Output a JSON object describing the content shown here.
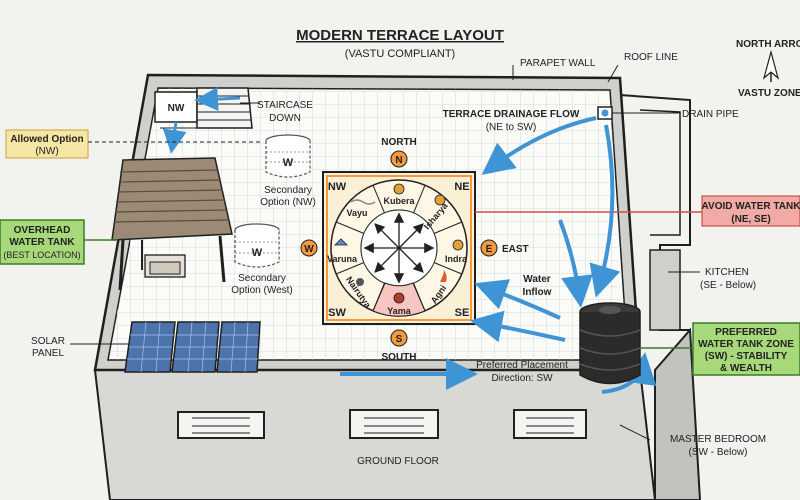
{
  "title": "MODERN TERRACE LAYOUT",
  "subtitle": "(VASTU COMPLIANT)",
  "labels": {
    "parapet_wall": "PARAPET WALL",
    "roof_line": "ROOF LINE",
    "drain_pipe": "DRAIN PIPE",
    "drainage_flow_1": "TERRACE DRAINAGE FLOW",
    "drainage_flow_2": "(NE to SW)",
    "staircase_1": "STAIRCASE",
    "staircase_2": "DOWN",
    "nw_tag": "NW",
    "allowed_1": "Allowed Option",
    "allowed_2": "(NW)",
    "overhead_1": "OVERHEAD",
    "overhead_2": "WATER TANK",
    "overhead_3": "(BEST LOCATION)",
    "secondary_nw_1": "Secondary",
    "secondary_nw_2": "Option (NW)",
    "secondary_w_1": "Secondary",
    "secondary_w_2": "Option (West)",
    "tank_letter": "W",
    "solar_1": "SOLAR",
    "solar_2": "PANEL",
    "avoid_1": "AVOID WATER TANK",
    "avoid_2": "(NE, SE)",
    "kitchen_1": "KITCHEN",
    "kitchen_2": "(SE - Below)",
    "water_inflow_1": "Water",
    "water_inflow_2": "Inflow",
    "preferred_zone_1": "PREFERRED",
    "preferred_zone_2": "WATER TANK ZONE",
    "preferred_zone_3": "(SW) - STABILITY",
    "preferred_zone_4": "& WEALTH",
    "placement_1": "Preferred Placement",
    "placement_2": "Direction: SW",
    "master_1": "MASTER BEDROOM",
    "master_2": "(SW - Below)",
    "ground_floor": "GROUND FLOOR",
    "north_arrow": "NORTH ARROW",
    "vastu_zone": "VASTU ZONE"
  },
  "compass": {
    "north": "NORTH",
    "south": "SOUTH",
    "east": "EAST",
    "n": "N",
    "s": "S",
    "e": "E",
    "w": "W",
    "nw": "NW",
    "ne": "NE",
    "sw": "SW",
    "se": "SE"
  },
  "deities": {
    "kubera": "Kubera",
    "isharya": "Isharya",
    "vayu": "Vayu",
    "indra": "Indra",
    "varuna": "Varuna",
    "agni": "Agni",
    "nairutya": "Nairutya",
    "yama": "Yama"
  },
  "colors": {
    "outline": "#1f1f1f",
    "terrace_floor": "#fbfbf8",
    "grid": "#c9d1d8",
    "arrow_blue": "#3f94d6",
    "compass_orange": "#f39a3e",
    "zone_tan": "#fbf0d6",
    "green_box": "#a7d97b",
    "yellow_box": "#f6e6a3",
    "red_box": "#f2aaa7",
    "red_line": "#d94a4a",
    "solar_blue": "#4d73ad",
    "pergola": "#8a7a68",
    "wall_grey": "#cfcfcb"
  }
}
